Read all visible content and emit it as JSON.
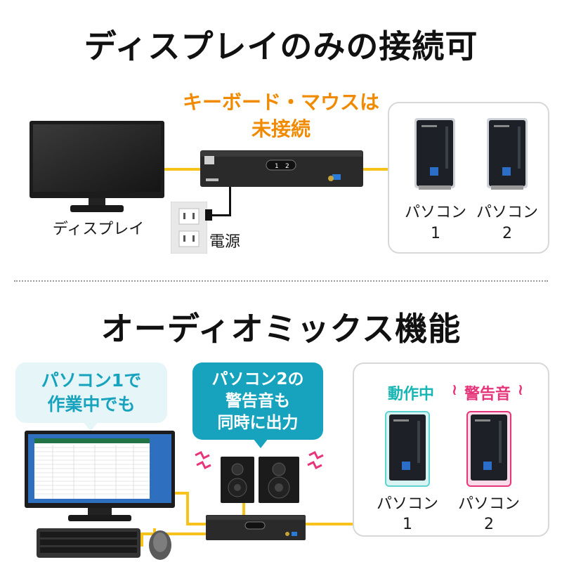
{
  "section1": {
    "title": "ディスプレイのみの接続可",
    "note_line1": "キーボード・マウスは",
    "note_line2": "未接続",
    "display_label": "ディスプレイ",
    "power_label": "電源",
    "pc1_label": "パソコン",
    "pc1_number": "1",
    "pc2_label": "パソコン",
    "pc2_number": "2"
  },
  "section2": {
    "title": "オーディオミックス機能",
    "bubble_pc1_line1": "パソコン1で",
    "bubble_pc1_line2": "作業中でも",
    "bubble_pc2_line1": "パソコン2の",
    "bubble_pc2_line2": "警告音も",
    "bubble_pc2_line3": "同時に出力",
    "status_pc1": "動作中",
    "status_pc2": "警告音",
    "pc1_label": "パソコン",
    "pc1_number": "1",
    "pc2_label": "パソコン",
    "pc2_number": "2"
  },
  "colors": {
    "accent_orange": "#f08a00",
    "accent_teal": "#17a3bd",
    "status_active": "#17b5b3",
    "status_alarm": "#e6367b",
    "cable_yellow": "#f7c31b"
  }
}
